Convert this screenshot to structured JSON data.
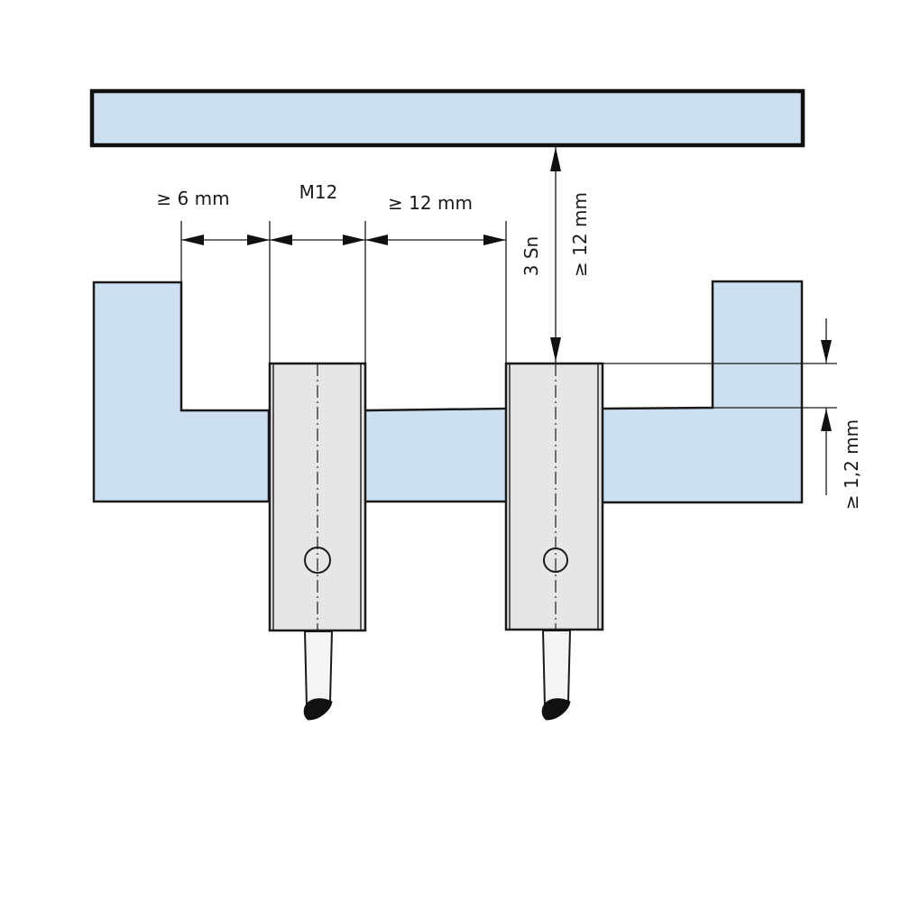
{
  "diagram": {
    "labels": {
      "gap_left": "≥ 6 mm",
      "sensor_size": "M12",
      "gap_between": "≥ 12 mm",
      "switching_distance": "3 Sn",
      "target_distance": "≥ 12 mm",
      "flush_offset": "≥ 1,2 mm"
    },
    "colors": {
      "mounting_fill": "#cde0f2",
      "sensor_fill": "#e6e6e8",
      "outline": "#1a1a1a"
    }
  }
}
